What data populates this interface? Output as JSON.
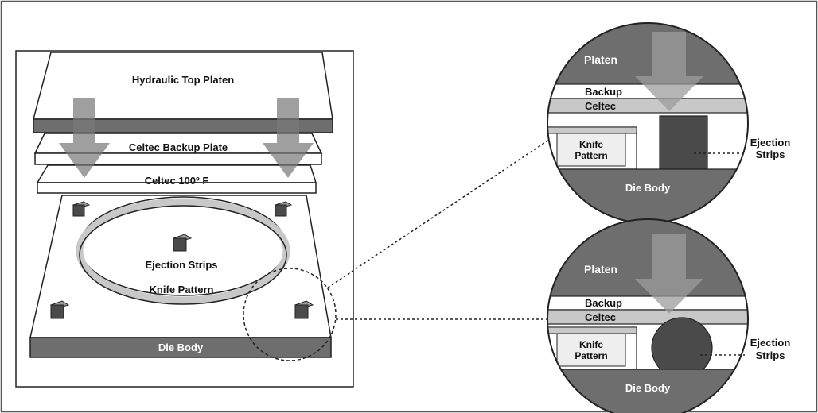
{
  "main_view": {
    "top_platen": "Hydraulic Top Platen",
    "backup_plate": "Celtec Backup Plate",
    "celtec_layer": "Celtec 100º F",
    "ejection_strips": "Ejection Strips",
    "knife_pattern": "Knife Pattern",
    "die_body": "Die Body"
  },
  "detail_top": {
    "platen": "Platen",
    "backup": "Backup",
    "celtec": "Celtec",
    "knife_line1": "Knife",
    "knife_line2": "Pattern",
    "die_body": "Die Body",
    "strips_line1": "Ejection",
    "strips_line2": "Strips"
  },
  "detail_bottom": {
    "platen": "Platen",
    "backup": "Backup",
    "celtec": "Celtec",
    "knife_line1": "Knife",
    "knife_line2": "Pattern",
    "die_body": "Die Body",
    "strips_line1": "Ejection",
    "strips_line2": "Strips"
  },
  "colors": {
    "dark_gray": "#6e6e6e",
    "mid_gray": "#9c9c9c",
    "light_gray": "#c8c8c8",
    "block": "#4a4a4a",
    "arrow": "#8a8a8a"
  }
}
